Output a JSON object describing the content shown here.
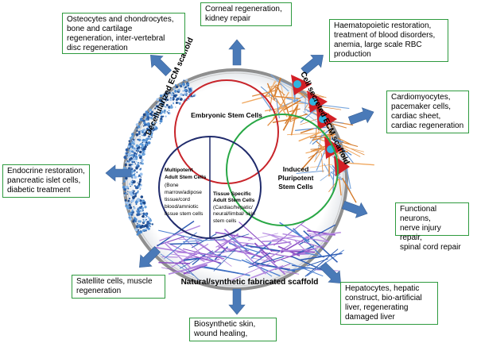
{
  "center": {
    "embryonic": "Embryonic Stem Cells",
    "multipotent": [
      "Multipotent",
      "Adult Stem Cells",
      "(Bone",
      "marrow/adipose",
      "tissue/cord",
      "blood/amniotic",
      "tissue stem cells"
    ],
    "tissue_specific": [
      "Tissue Specific",
      "Adult Stem Cells",
      "(Cardiac/hepatic/",
      "neural/limbal/ skin",
      "stem cells"
    ],
    "induced": [
      "Induced",
      "Pluripotent",
      "Stem Cells"
    ]
  },
  "ring_labels": {
    "left": "Decellularized ECM scaffold",
    "right": "Cell secreted ECM scaffold",
    "bottom": "Natural/synthetic fabricated scaffold"
  },
  "boxes": [
    {
      "id": "bone",
      "lines": [
        "Osteocytes and chondrocytes,",
        "bone and cartilage",
        "regeneration, inter-vertebral",
        "disc regeneration"
      ]
    },
    {
      "id": "corneal",
      "lines": [
        "Corneal regeneration,",
        "kidney repair"
      ]
    },
    {
      "id": "blood",
      "lines": [
        "Haematopoietic restoration,",
        "treatment of blood disorders,",
        "anemia, large scale RBC",
        "production"
      ]
    },
    {
      "id": "cardio",
      "lines": [
        "Cardiomyocytes,",
        "pacemaker cells,",
        "cardiac sheet,",
        "cardiac regeneration"
      ]
    },
    {
      "id": "endocrine",
      "lines": [
        "Endocrine restoration,",
        "pancreatic islet cells,",
        "diabetic treatment"
      ]
    },
    {
      "id": "neuron",
      "lines": [
        "Functional neurons,",
        "nerve injury repair,",
        "spinal cord repair"
      ]
    },
    {
      "id": "muscle",
      "lines": [
        "Satellite cells, muscle",
        "regeneration"
      ]
    },
    {
      "id": "liver",
      "lines": [
        "Hepatocytes, hepatic",
        "construct, bio-artificial",
        "liver, regenerating",
        "damaged liver"
      ]
    },
    {
      "id": "skin",
      "lines": [
        "Biosynthetic skin,",
        "wound healing,"
      ]
    }
  ],
  "colors": {
    "box_border": "#2e9a3e",
    "arrow": "#4a7ab8",
    "red_circle": "#c8242a",
    "green_circle": "#28a745",
    "navy_circle": "#1f2a6b",
    "ring": "#8a8a8a"
  }
}
